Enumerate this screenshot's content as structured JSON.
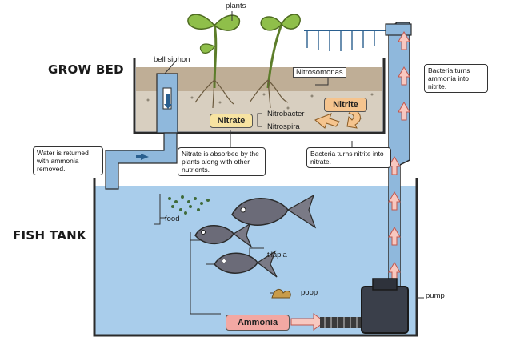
{
  "sections": {
    "grow_bed": "GROW BED",
    "fish_tank": "FISH TANK"
  },
  "labels": {
    "plants": "plants",
    "bell_siphon": "bell siphon",
    "nitrosomonas": "Nitrosomonas",
    "nitrite": "Nitrite",
    "nitrate": "Nitrate",
    "nitrobacter": "Nitrobacter",
    "nitrospira": "Nitrospira",
    "food": "food",
    "tilapia": "tilapia",
    "poop": "poop",
    "ammonia": "Ammonia",
    "pump": "pump"
  },
  "notes": {
    "water_returned": "Water is returned with ammonia removed.",
    "nitrate_absorbed": "Nitrate is absorbed by the plants along with other nutrients.",
    "bacteria_nitrite_to_nitrate": "Bacteria turns nitrite into nitrate.",
    "bacteria_ammonia_to_nitrite": "Bacteria turns ammonia into nitrite."
  },
  "colors": {
    "water": "#a9cdeb",
    "gravel": "#d8cfc0",
    "soil": "#bfae96",
    "pipe": "#8fb8dc",
    "nitrate_fill": "#f7e3a1",
    "nitrite_fill": "#f5c48e",
    "ammonia_fill": "#f2a8a3",
    "arrow_fill": "#f8c8c0",
    "arrow_stroke": "#c2574d",
    "plant_leaf": "#8fbf4a",
    "fish": "#6b6b78"
  }
}
